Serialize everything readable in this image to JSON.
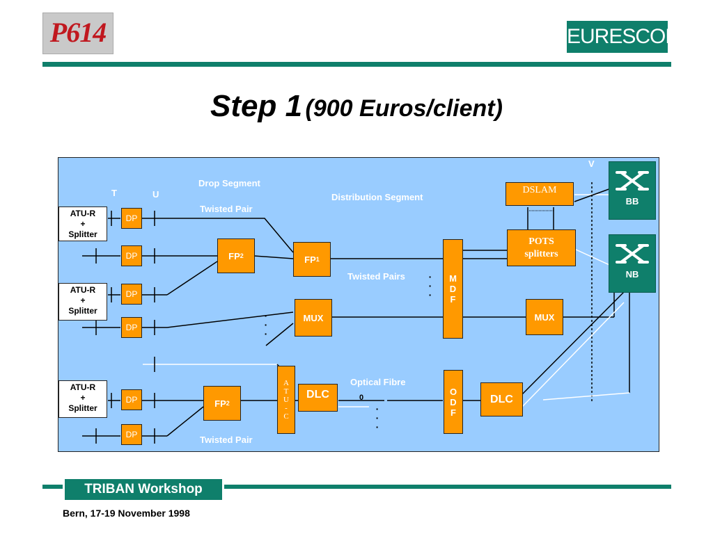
{
  "header": {
    "logo_left": "P614",
    "logo_right": "EURESCOM"
  },
  "title": {
    "main": "Step 1",
    "sub": "(900 Euros/client)"
  },
  "diagram": {
    "labels": {
      "v": "V",
      "t": "T",
      "u": "U",
      "drop_segment": "Drop Segment",
      "distribution_segment": "Distribution Segment",
      "twisted_pair_top": "Twisted Pair",
      "twisted_pairs": "Twisted Pairs",
      "optical_fibre": "Optical Fibre",
      "twisted_pair_bottom": "Twisted Pair",
      "zero": "0"
    },
    "atu_r": [
      "ATU-R",
      "+",
      "Splitter"
    ],
    "dp_label": "DP",
    "fp2": "FP",
    "fp2_sub": "2",
    "fp1": "FP",
    "fp1_sub": "1",
    "mux": "MUX",
    "dlc": "DLC",
    "dslam": "DSLAM",
    "pots_line1": "POTS",
    "pots_line2": "splitters",
    "mdf": [
      "M",
      "D",
      "F"
    ],
    "odf": [
      "O",
      "D",
      "F"
    ],
    "atuc": [
      "A",
      "T",
      "U",
      "-",
      "C"
    ],
    "bb": "BB",
    "nb": "NB"
  },
  "footer": {
    "workshop": "TRIBAN Workshop",
    "date": "Bern, 17-19 November 1998"
  },
  "colors": {
    "brand_green": "#0f7f6b",
    "panel_blue": "#99ccff",
    "box_orange": "#ff9900"
  }
}
